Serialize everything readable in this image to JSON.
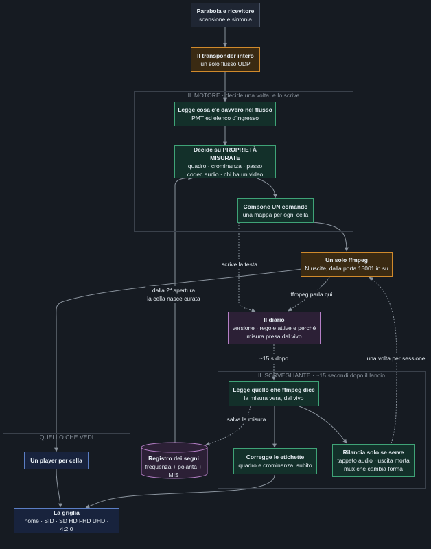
{
  "clusters": {
    "motore": "IL MOTORE  ·  decide una volta, e lo scrive",
    "sorvegliante": "IL SORVEGLIANTE  ·  ~15 secondi dopo il lancio",
    "vedi": "QUELLO CHE VEDI"
  },
  "nodes": {
    "parabola": {
      "title": "Parabola e ricevitore",
      "sub": "scansione e sintonia"
    },
    "transponder": {
      "title": "Il transponder intero",
      "sub": "un solo flusso UDP"
    },
    "legge_flusso": {
      "title": "Legge cosa c'è davvero nel flusso",
      "sub": "PMT ed elenco d'ingresso"
    },
    "decide": {
      "title": "Decide su PROPRIETÀ MISURATE",
      "sub": "quadro · crominanza · passo",
      "sub2": "codec audio · chi ha un video"
    },
    "compone": {
      "title": "Compone UN comando",
      "sub": "una mappa per ogni cella"
    },
    "ffmpeg": {
      "title": "Un solo ffmpeg",
      "sub": "N uscite, dalla porta 15001 in su"
    },
    "diario": {
      "title": "Il diario",
      "sub": "versione · regole attive e perché",
      "sub2": "misura presa dal vivo"
    },
    "legge_ffmpeg": {
      "title": "Legge quello che ffmpeg dice",
      "sub": "la misura vera, dal vivo"
    },
    "registro": {
      "title": "Registro dei segni",
      "sub": "frequenza + polarità + MIS"
    },
    "corregge": {
      "title": "Corregge le etichette",
      "sub": "quadro e crominanza, subito"
    },
    "rilancia": {
      "title": "Rilancia solo se serve",
      "sub": "tappeto audio · uscita morta",
      "sub2": "mux che cambia forma"
    },
    "player": {
      "title": "Un player per cella"
    },
    "griglia": {
      "title": "La griglia",
      "sub": "nome · SID · SD HD FHD UHD · 4:2:0"
    }
  },
  "edge_labels": {
    "scrive_testa": "scrive la testa",
    "seconda_apertura_1": "dalla 2ª apertura",
    "seconda_apertura_2": "la cella nasce curata",
    "ffmpeg_parla": "ffmpeg parla qui",
    "dopo15": "~15 s dopo",
    "sessione": "una volta per sessione",
    "salva": "salva la misura"
  },
  "colors": {
    "background": "#161b22",
    "edge": "#8b949e",
    "orange": "#d08a2c",
    "green": "#3fa377",
    "purple": "#b57fc6",
    "blue": "#5b7ec4"
  }
}
